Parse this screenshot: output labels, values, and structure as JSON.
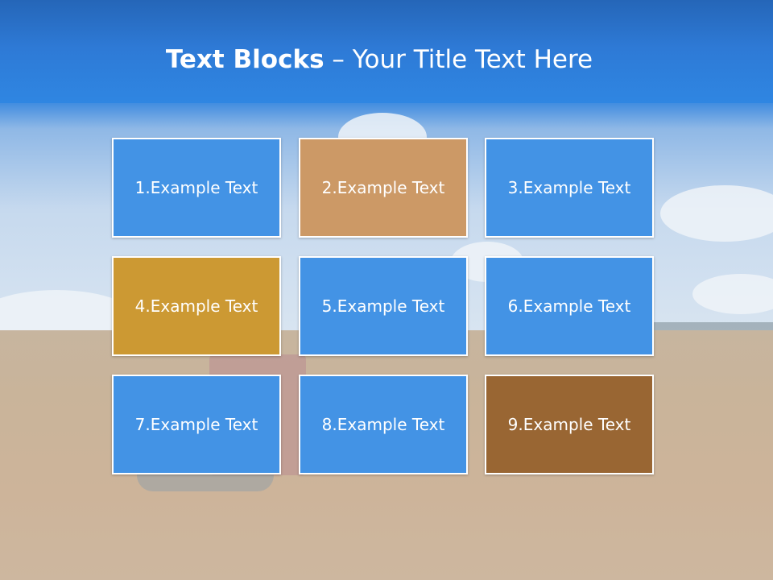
{
  "slide": {
    "title_bold": "Text Blocks",
    "title_dash": " – ",
    "title_rest": "Your Title Text Here"
  },
  "blocks": [
    {
      "label": "1.Example Text",
      "color": "#4393e5"
    },
    {
      "label": "2.Example Text",
      "color": "#cc9966"
    },
    {
      "label": "3.Example Text",
      "color": "#4393e5"
    },
    {
      "label": "4.Example Text",
      "color": "#cc9933"
    },
    {
      "label": "5.Example Text",
      "color": "#4393e5"
    },
    {
      "label": "6.Example Text",
      "color": "#4393e5"
    },
    {
      "label": "7.Example Text",
      "color": "#4393e5"
    },
    {
      "label": "8.Example Text",
      "color": "#4393e5"
    },
    {
      "label": "9.Example Text",
      "color": "#996633"
    }
  ]
}
